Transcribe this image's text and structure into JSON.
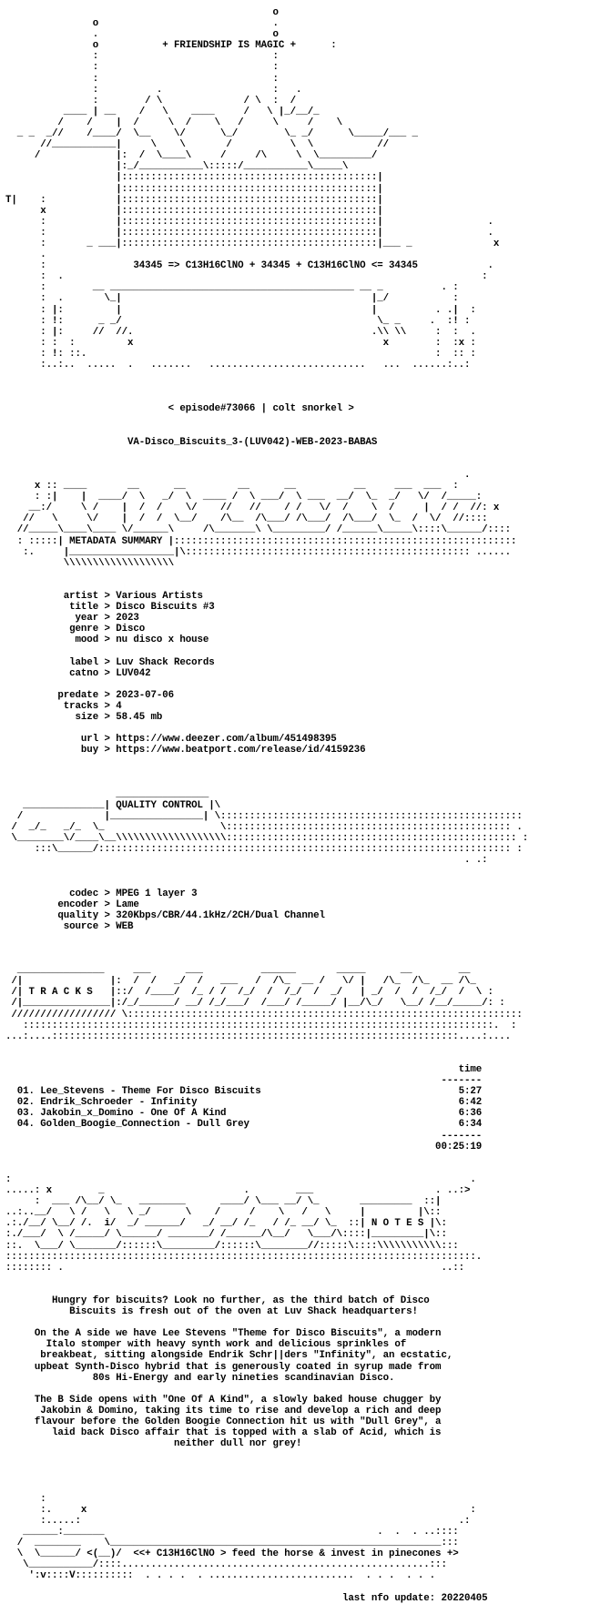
{
  "nfo": {
    "lines": [
      "                                              o",
      "               o                              .",
      "               .                              o",
      "               o           + FRIENDSHIP IS MAGIC +      :",
      "               :                              :",
      "               :                              :",
      "               :                              :",
      "               :          .                   :   .",
      "               :        / \\              / \\  :  /",
      "          ____ | __    /   \\    ____     /   \\ |_/__/_",
      "         /    /    |  /     \\  /    \\   /     \\     /    \\",
      "  _ _  _//    /____/  \\__    \\/      \\_/        \\_ _/      \\_____/___ _",
      "      //___________|     \\    \\       /          \\  \\           //",
      "     /             |:  /  \\____\\     /     /\\     \\  \\_________/",
      "                   |:_/___________\\:::::/___________\\_____\\",
      "                   |::::::::::::::::::::::::::::::::::::::::::::|",
      "                   |::::::::::::::::::::::::::::::::::::::::::::|",
      "T|    :            |::::::::::::::::::::::::::::::::::::::::::::|",
      "      x            |::::::::::::::::::::::::::::::::::::::::::::|",
      "      :            |::::::::::::::::::::::::::::::::::::::::::::|                  .",
      "      :            |::::::::::::::::::::::::::::::::::::::::::::|                  .",
      "      :       _ ___|::::::::::::::::::::::::::::::::::::::::::::|___ _              x",
      "      .",
      "      :               34345 => C13H16ClNO + 34345 + C13H16ClNO <= 34345            .",
      "      :  .                                                                        :",
      "      :        __ __________________________________________ __ _          . :",
      "      :  .       \\_|                                           |_/           :",
      "      : |:         |                                           |          . .|  :",
      "      : !:      _ _/                                            \\_ _     .  :! :",
      "      : |:     //  //.                                         .\\\\ \\\\     :  :  .",
      "      : :  :         x                                           x        :  :x :",
      "      : !: ::.                                                            :  :: :",
      "      :..:..  .....  .   .......   ...........................   ...  ......:..:",
      "",
      "",
      "",
      "                            < episode#73066 | colt snorkel >",
      "",
      "",
      "                     VA-Disco_Biscuits_3-(LUV042)-WEB-2023-BABAS",
      "",
      "",
      "                                                                               .",
      "     x :: ____       __      __         __      __          __     ___  ___  :",
      "     : :|    |  ____/  \\   _/  \\  ____ /  \\ ___/  \\ ___  __/  \\_  _/   \\/  /_____:",
      "    __:/     \\ /    |  /  /    \\/    //   //    / /   \\/  /    \\  /     |  / /  //: x",
      "   //   \\     \\/    |  /  /  \\__/    /\\__  /\\___/ /\\___/  /\\___/  \\_  /  \\/  //::::",
      "  //_____\\____\\____ \\/______\\     /\\_______\\ \\_________/ /______\\_____\\::::\\______/::::",
      "  : :::::| METADATA SUMMARY |:::::::::::::::::::::::::::::::::::::::::::::::::::::::::::",
      "   :.     |__________________|\\::::::::::::::::::::::::::::::::::::::::::::::::: ......",
      "          \\\\\\\\\\\\\\\\\\\\\\\\\\\\\\\\\\\\\\",
      "",
      "",
      "          artist > Various Artists",
      "           title > Disco Biscuits #3",
      "            year > 2023",
      "           genre > Disco",
      "            mood > nu disco x house",
      "",
      "           label > Luv Shack Records",
      "           catno > LUV042",
      "",
      "         predate > 2023-07-06",
      "          tracks > 4",
      "            size > 58.45 mb",
      "",
      "             url > https://www.deezer.com/album/451498395",
      "             buy > https://www.beatport.com/release/id/4159236",
      "",
      "",
      "",
      "                   ________________",
      "   ______________| QUALITY CONTROL |\\",
      "  /              |________________| \\::::::::::::::::::::::::::::::::::::::::::::::::::::",
      " /  _/_   _/_  \\_                    \\::::::::::::::::::::::::::::::::::::::::::::::::: .",
      " \\________\\/____\\__\\\\\\\\\\\\\\\\\\\\\\\\\\\\\\\\\\\\\\:::::::::::::::::::::::::::::::::::::::::::::::::: :",
      "     :::\\______/::::::::::::::::::::::::::::::::::::::::::::::::::::::::::::::::::::::: :",
      "                                                                               . .:",
      "",
      "",
      "           codec > MPEG 1 layer 3",
      "         encoder > Lame",
      "         quality > 320Kbps/CBR/44.1kHz/2CH/Dual Channel",
      "          source > WEB",
      "",
      "",
      "",
      "  _______________     ___      ___          ______       _____      __        __",
      " /|               |:  /  /   _/  /   ___   /  /\\_  __ /   \\/ |   /\\_  /\\_  __ /\\_",
      " /| T R A C K S   |::/  /____/  /_ / /  /_/  /  /_/  /  _/   | _/  /  /  /_/  /  \\ :",
      " /|_______________|:/_/______/ __/ /_/___/  /___/ /_____/ |__/\\_/   \\__/ /__/_____/: :",
      " ////////////////// \\::::::::::::::::::::::::::::::::::::::::::::::::::::::::::::::::::::",
      "   :::::::::::::::::::::::::::::::::::::::::::::::::::::::::::::::::::::::::::::::::.  :",
      "...:....::::::::::::::::::::::::::::::::::::::::::::::::::::::::::::::::::::::....:....",
      "",
      "",
      "                                                                              time",
      "                                                                           -------",
      "  01. Lee_Stevens - Theme For Disco Biscuits                                  5:27",
      "  02. Endrik_Schroeder - Infinity                                             6:42",
      "  03. Jakobin_x_Domino - One Of A Kind                                        6:36",
      "  04. Golden_Boogie_Connection - Dull Grey                                    6:34",
      "                                                                           -------",
      "                                                                          00:25:19",
      "",
      "",
      ":                                                                               .",
      ".....: x        _                        .        ___                     . ..:>",
      "     :  ___ /\\__/ \\_   ________      ____/ \\___ __/ \\_       _________  ::|",
      "..:..__/   \\ /   \\   \\ _/      \\    /     /    \\   /   \\     |         |\\::",
      ".:./__/ \\__/ /.  i/  _/ ______/   _/ __/ /_   / /_ __/ \\_  ::| N O T E S |\\:",
      ":./___/  \\ /_____/ \\______/ _______/ /______/\\__/   \\___/\\::::|_________|\\::",
      "::.  \\___/ \\_______/::::::\\_________/::::::\\________//:::::\\::::\\\\\\\\\\\\\\\\\\\\\\:::",
      ":::::::::::::::::::::::::::::::::::::::::::::::::::::::::::::::::::::::::::::::::.",
      ":::::::: .                                                                 ..::",
      "",
      "",
      "        Hungry for biscuits? Look no further, as the third batch of Disco",
      "           Biscuits is fresh out of the oven at Luv Shack headquarters!",
      "",
      "     On the A side we have Lee Stevens \"Theme for Disco Biscuits\", a modern",
      "       Italo stomper with heavy synth work and delicious sprinkles of",
      "      breakbeat, sitting alongside Endrik Schr||ders \"Infinity\", an ecstatic,",
      "     upbeat Synth-Disco hybrid that is generously coated in syrup made from",
      "               80s Hi-Energy and early nineties scandinavian Disco.",
      "",
      "     The B Side opens with \"One Of A Kind\", a slowly baked house chugger by",
      "      Jakobin & Domino, taking its time to rise and develop a rich and deep",
      "     flavour before the Golden Boogie Connection hit us with \"Dull Grey\", a",
      "        laid back Disco affair that is topped with a slab of Acid, which is",
      "                             neither dull nor grey!",
      "",
      "",
      "",
      "",
      "      :",
      "      :.     x                                                                  :",
      "      :.....:                                                                 .:",
      "   ______:_______                                               .  .  . ..::::",
      "  /  ________    \\_________________________________________________________:::",
      "  \\  \\______/ <(__)/  <<+ C13H16ClNO > feed the horse & invest in pinecones +>",
      "   \\___________/::::.....................................................:::",
      "    ':v::::V::::::::::  . . . .  . .........................  . . .  . . .",
      "",
      "                                                          last nfo update: 20220405"
    ]
  }
}
